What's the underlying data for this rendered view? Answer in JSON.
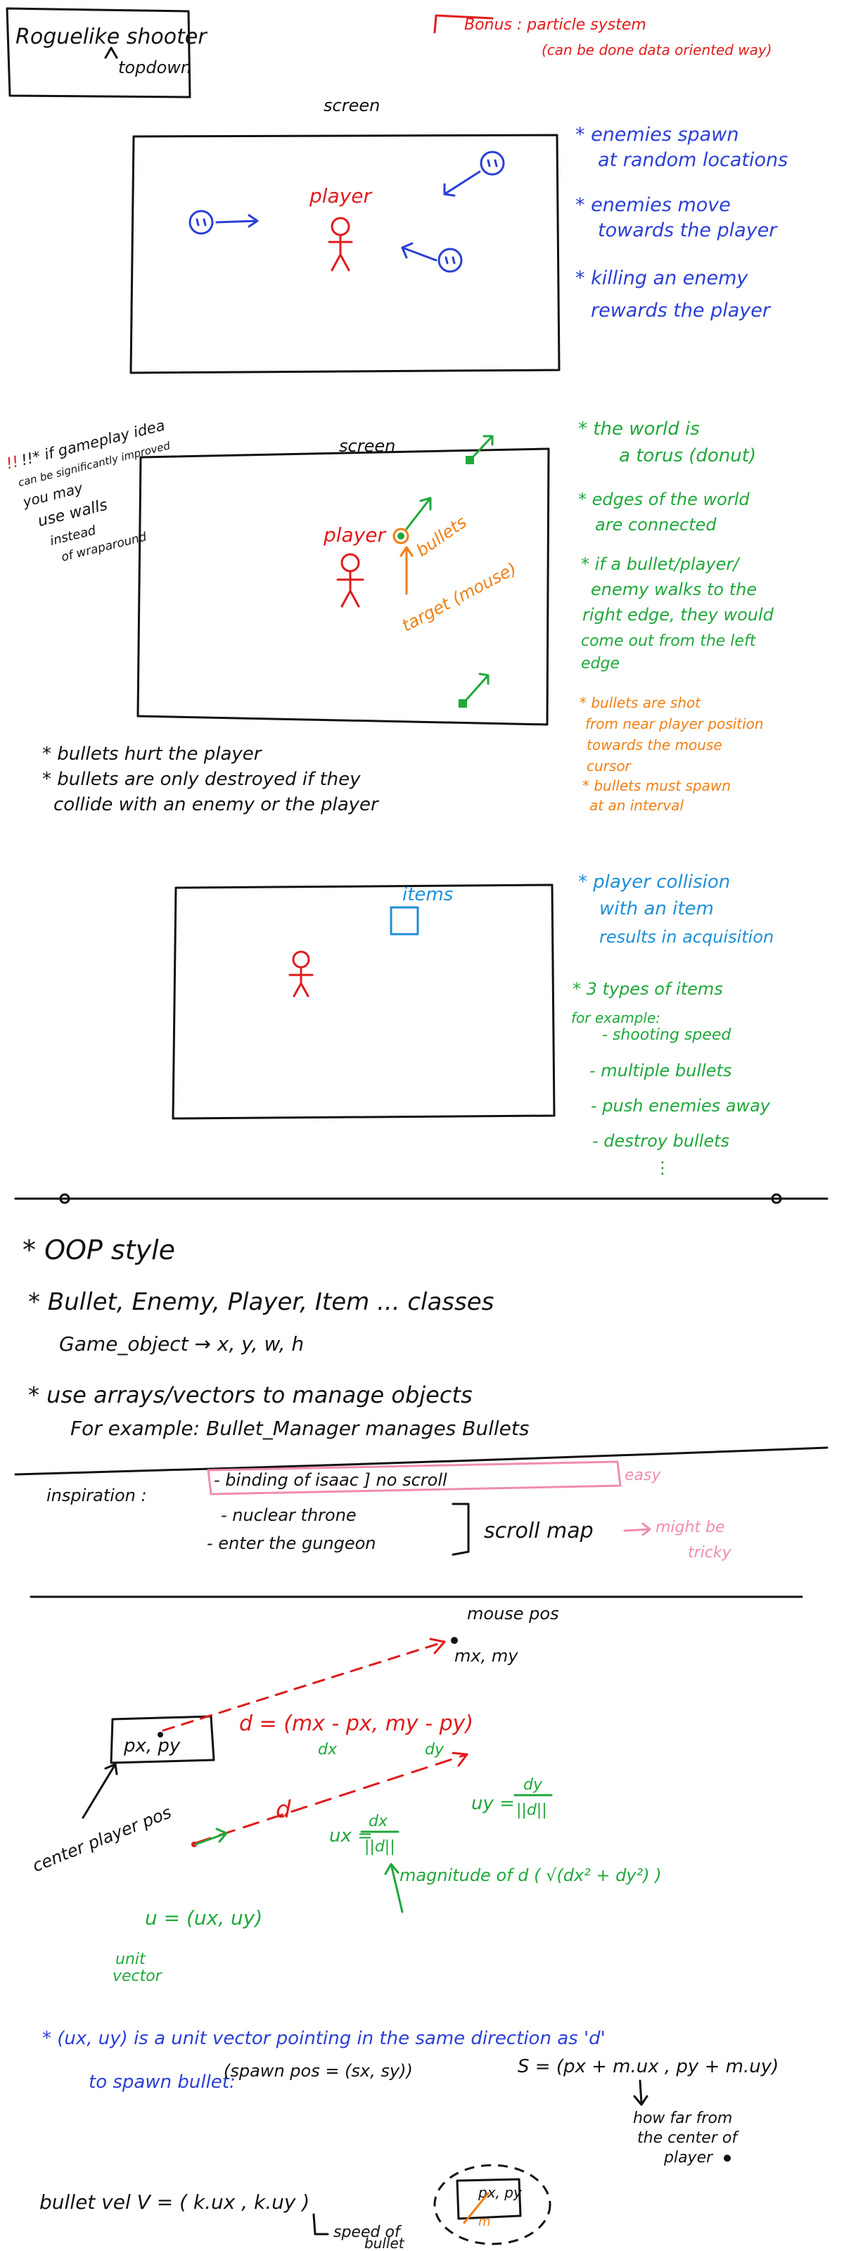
{
  "colors": {
    "black": "#111111",
    "red": "#e01b1b",
    "blue": "#2a3fd6",
    "green": "#1fa83a",
    "orange": "#f07f12",
    "pink": "#f08cb0",
    "cyan": "#1f8fd8"
  },
  "title": {
    "line1": "Roguelike shooter",
    "line2": "topdown"
  },
  "bonus": {
    "line1": "Bonus : particle system",
    "line2": "(can be done data oriented way)"
  },
  "section1": {
    "screen_label": "screen",
    "player_label": "player",
    "notes": [
      "* enemies spawn",
      "at random locations",
      "* enemies move",
      "towards the player",
      "* killing an enemy",
      "rewards the player"
    ]
  },
  "section2": {
    "screen_label": "screen",
    "player_label": "player",
    "bullets_label": "bullets",
    "target_label": "target (mouse)",
    "side_note": [
      "!!* if gameplay idea",
      "can be significantly improved",
      "you may",
      "use walls",
      "instead",
      "of wraparound"
    ],
    "green_notes": [
      "* the world is",
      "a torus (donut)",
      "* edges of the world",
      "are connected",
      "* if a bullet/player/",
      "enemy walks to the",
      "right edge, they would",
      "come out from the left",
      "edge"
    ],
    "orange_notes": [
      "* bullets are shot",
      "from near player position",
      "towards the mouse",
      "cursor",
      "* bullets must spawn",
      "at an interval"
    ],
    "black_notes": [
      "* bullets hurt the player",
      "* bullets are only destroyed if they",
      "collide with an enemy or the player"
    ]
  },
  "section3": {
    "items_label": "items",
    "notes": [
      "* player collision",
      "with an item",
      "results in acquisition"
    ],
    "types": [
      "* 3 types of items",
      "for example:",
      "- shooting speed",
      "- multiple bullets",
      "- push enemies away",
      "- destroy bullets",
      "⋮"
    ]
  },
  "oop": {
    "lines": [
      "* OOP style",
      "* Bullet, Enemy, Player, Item ... classes",
      "Game_object → x, y, w, h",
      "* use arrays/vectors to manage objects",
      "For example: Bullet_Manager manages Bullets"
    ]
  },
  "inspiration": {
    "label": "inspiration :",
    "binding": "- binding of isaac ] no scroll",
    "easy": "easy",
    "nuclear": "- nuclear throne",
    "gungeon": "- enter the gungeon",
    "scroll_map": "scroll map",
    "tricky_1": "might be",
    "tricky_2": "tricky"
  },
  "math": {
    "mouse_pos": "mouse pos",
    "mx_my": "mx, my",
    "px_py": "px, py",
    "center_player_pos": "center player pos",
    "d_eq": "d = (mx - px, my - py)",
    "dx": "dx",
    "dy": "dy",
    "d": "d",
    "ux_label": "ux =",
    "ux_num": "dx",
    "ux_den": "||d||",
    "uy_label": "uy =",
    "uy_num": "dy",
    "uy_den": "||d||",
    "magnitude": "magnitude of d ( √(dx² + dy²) )",
    "u_eq": "u = (ux, uy)",
    "unit_vector_1": "unit",
    "unit_vector_2": "vector",
    "unit_note": "* (ux, uy) is a unit vector pointing in the same direction as 'd'",
    "to_spawn": "to spawn bullet:",
    "spawn_pos": "(spawn pos = (sx, sy))",
    "s_eq": "S = (px + m.ux , py + m.uy)",
    "how_far_1": "how far from",
    "how_far_2": "the center of",
    "how_far_3": "player",
    "bullet_vel": "bullet vel V = ( k.ux , k.uy )",
    "speed_of_1": "speed of",
    "speed_of_2": "bullet",
    "px_py_small": "px, py",
    "m_small": "m"
  }
}
